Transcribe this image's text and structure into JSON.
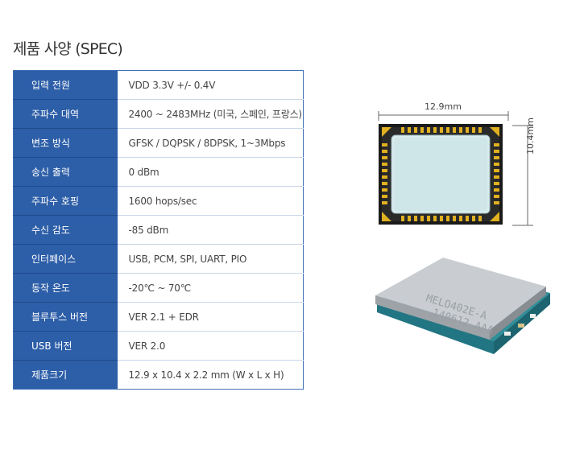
{
  "title": "제품 사양 (SPEC)",
  "specs": [
    {
      "label": "입력 전원",
      "value": "VDD 3.3V +/- 0.4V"
    },
    {
      "label": "주파수 대역",
      "value": "2400 ~ 2483MHz (미국, 스페인, 프랑스)"
    },
    {
      "label": "변조 방식",
      "value": "GFSK / DQPSK / 8DPSK, 1~3Mbps"
    },
    {
      "label": "송신 출력",
      "value": "0 dBm"
    },
    {
      "label": "주파수 호핑",
      "value": "1600 hops/sec"
    },
    {
      "label": "수신 감도",
      "value": "-85 dBm"
    },
    {
      "label": "인터페이스",
      "value": "USB, PCM, SPI, UART, PIO"
    },
    {
      "label": "동작 온도",
      "value": "-20℃ ~ 70℃"
    },
    {
      "label": "블루투스 버전",
      "value": "VER 2.1 + EDR"
    },
    {
      "label": "USB 버전",
      "value": "VER 2.0"
    },
    {
      "label": "제품크기",
      "value": "12.9 x 10.4 x 2.2 mm (W x L x H)"
    }
  ],
  "diagram": {
    "width_label": "12.9mm",
    "height_label": "10.4mm"
  },
  "photo": {
    "marking_line1": "MELO402E-A",
    "marking_line2": "140612 AAA"
  }
}
